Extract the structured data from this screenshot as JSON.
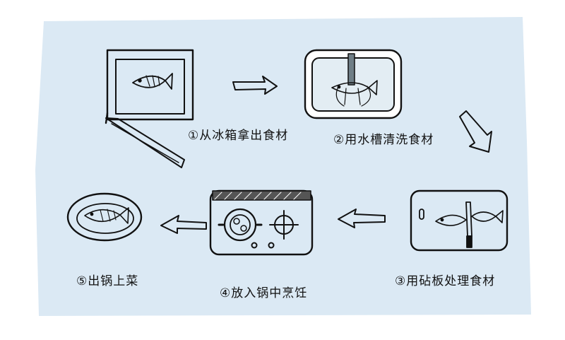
{
  "steps": [
    {
      "number": "①",
      "label": "从冰箱拿出食材"
    },
    {
      "number": "②",
      "label": "用水槽清洗食材"
    },
    {
      "number": "③",
      "label": "用砧板处理食材"
    },
    {
      "number": "④",
      "label": "放入锅中烹饪"
    },
    {
      "number": "⑤",
      "label": "出锅上菜"
    }
  ],
  "colors": {
    "background": "#dbe9f4",
    "ink": "#111111",
    "sink_water": "#e3edf3",
    "tap": "#6f7e86",
    "stove_bar": "#555555"
  }
}
